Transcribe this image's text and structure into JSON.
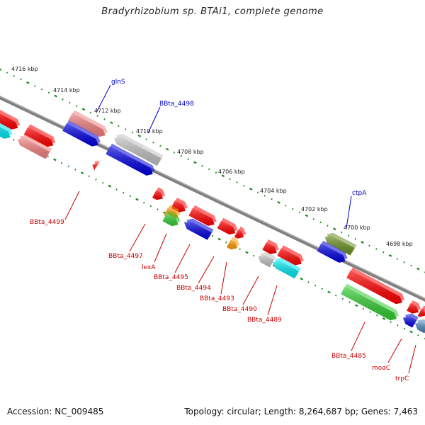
{
  "title": "Bradyrhizobium sp. BTAi1, complete genome",
  "footer": {
    "accession": "Accession: NC_009485",
    "summary": "Topology: circular; Length: 8,264,687 bp; Genes: 7,463"
  },
  "kbp_ticks": [
    "4716 kbp",
    "4714 kbp",
    "4712 kbp",
    "4710 kbp",
    "4708 kbp",
    "4706 kbp",
    "4704 kbp",
    "4702 kbp",
    "4700 kbp",
    "4698 kbp"
  ],
  "forward_gene_labels": [
    "glnS",
    "BBta_4498",
    "ctpA"
  ],
  "reverse_gene_labels": [
    "BBta_4499",
    "BBta_4497",
    "lexA",
    "BBta_4495",
    "BBta_4494",
    "BBta_4493",
    "BBta_4490",
    "BBta_4489",
    "BBta_4485",
    "moaC",
    "trpC"
  ],
  "colors": {
    "forward_label": "#0000cc",
    "reverse_label": "#cc0000",
    "backbone": "#808080",
    "tick_marks": "#1a8a1a",
    "red": "#ff0000",
    "pink": "#f08080",
    "blue": "#0000dd",
    "gray": "#c0c0c0",
    "cyan": "#00e5ee",
    "orange": "#ff9900",
    "green": "#33cc33",
    "olive": "#6b8e23",
    "steelblue": "#4682b4"
  }
}
